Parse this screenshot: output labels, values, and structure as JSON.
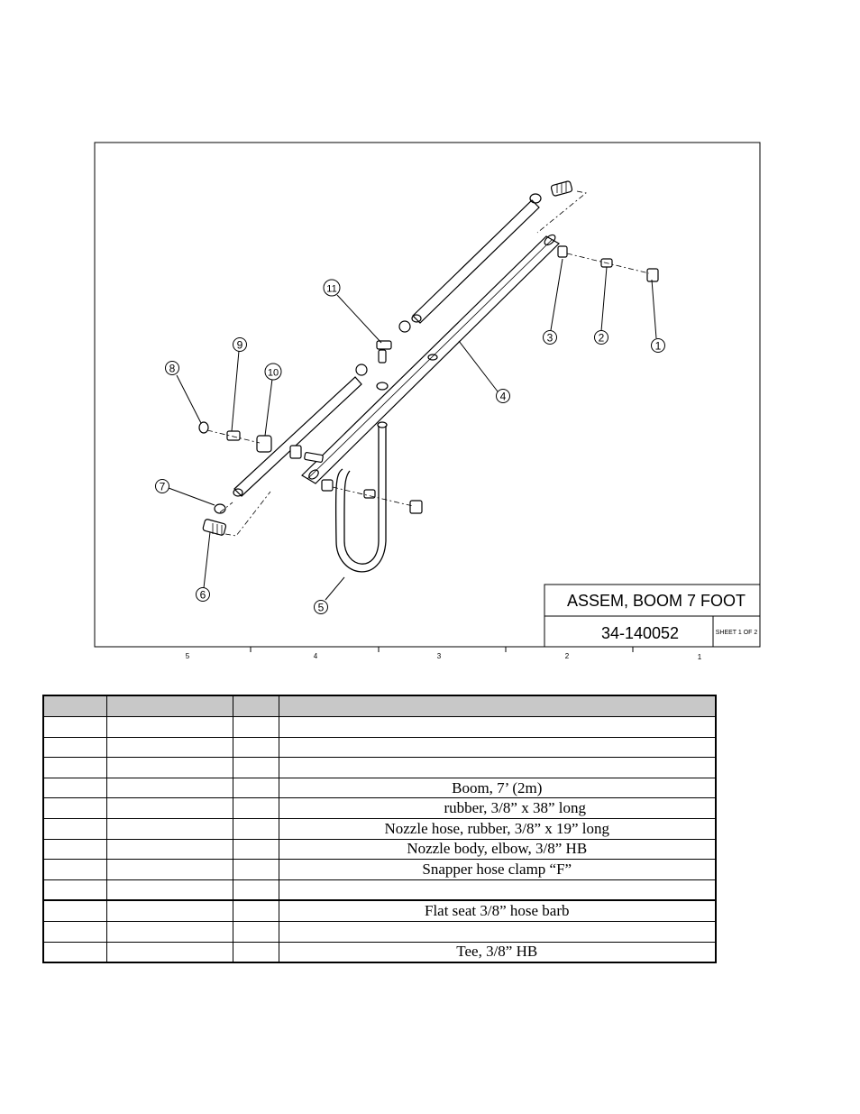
{
  "title_block": {
    "title": "ASSEM, BOOM 7 FOOT",
    "part_number": "34-140052",
    "sheet": "SHEET 1 OF 2"
  },
  "zone_labels": [
    "5",
    "4",
    "3",
    "2",
    "1"
  ],
  "balloons": [
    "1",
    "2",
    "3",
    "4",
    "5",
    "6",
    "7",
    "8",
    "9",
    "10",
    "11"
  ],
  "parts_table": {
    "rows": [
      {
        "description": ""
      },
      {
        "description": ""
      },
      {
        "description": ""
      },
      {
        "description": "Boom, 7’ (2m)"
      },
      {
        "description": "rubber, 3/8” x 38” long"
      },
      {
        "description": "Nozzle hose, rubber, 3/8” x 19” long"
      },
      {
        "description": "Nozzle body, elbow, 3/8” HB"
      },
      {
        "description": "Snapper hose clamp “F”"
      },
      {
        "description": ""
      },
      {
        "description": "Flat seat 3/8” hose barb"
      },
      {
        "description": ""
      },
      {
        "description": "Tee, 3/8” HB"
      }
    ]
  }
}
